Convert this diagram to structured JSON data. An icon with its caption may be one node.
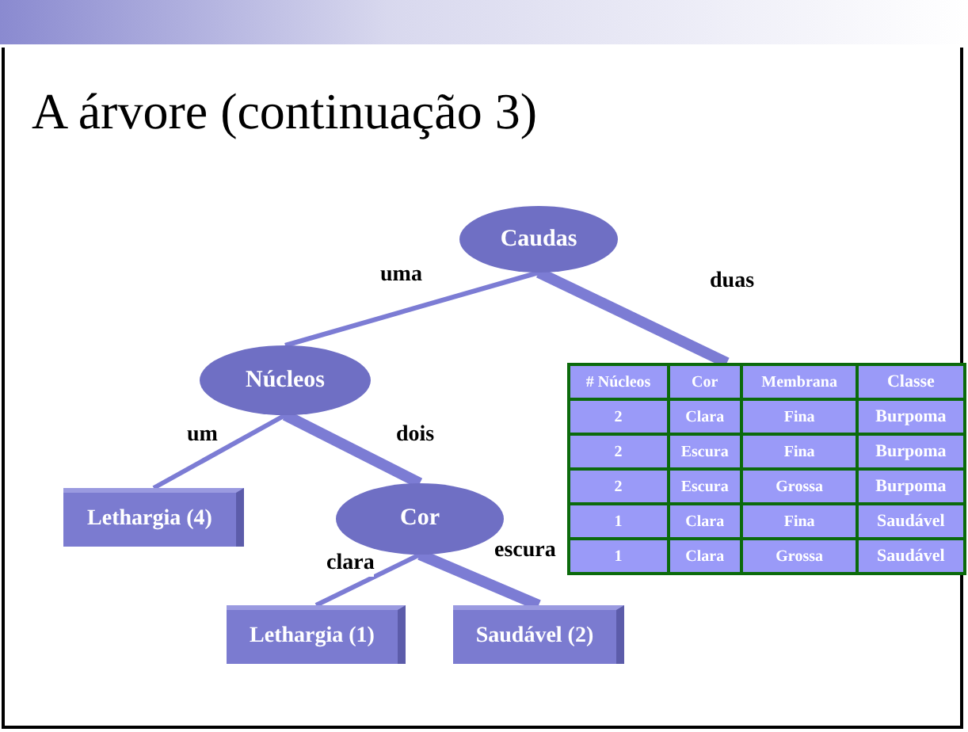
{
  "diagram": {
    "title": "A árvore (continuação 3)",
    "nodes": [
      {
        "text": [
          "Caudas"
        ]
      },
      {
        "text": [
          "Núcleos"
        ]
      },
      {
        "text": [],
        "shape": "table"
      },
      {
        "text": [
          "Lethargia (4)"
        ]
      },
      {
        "text": [
          "Cor"
        ]
      },
      {
        "text": [
          "Lethargia (1)"
        ]
      },
      {
        "text": [
          "Saudável (2)"
        ]
      }
    ],
    "edges": [
      {
        "from": 0,
        "to": 1,
        "arrow": "none",
        "label": "uma"
      },
      {
        "from": 0,
        "to": 2,
        "arrow": "none",
        "label": "duas",
        "style": "thick"
      },
      {
        "from": 1,
        "to": 3,
        "arrow": "none",
        "label": "um"
      },
      {
        "from": 1,
        "to": 4,
        "arrow": "none",
        "label": "dois",
        "style": "thick"
      },
      {
        "from": 4,
        "to": 5,
        "arrow": "none",
        "label": "clara"
      },
      {
        "from": 4,
        "to": 6,
        "arrow": "none",
        "label": "escura",
        "style": "thick"
      }
    ],
    "labels": [
      "# Núcleos",
      "Cor",
      "Membrana",
      "Classe",
      "2",
      "Clara",
      "Fina",
      "Burpoma",
      "2",
      "Escura",
      "Fina",
      "Burpoma",
      "2",
      "Escura",
      "Grossa",
      "Burpoma",
      "1",
      "Clara",
      "Fina",
      "Saudável",
      "1",
      "Clara",
      "Grossa",
      "Saudável"
    ]
  }
}
